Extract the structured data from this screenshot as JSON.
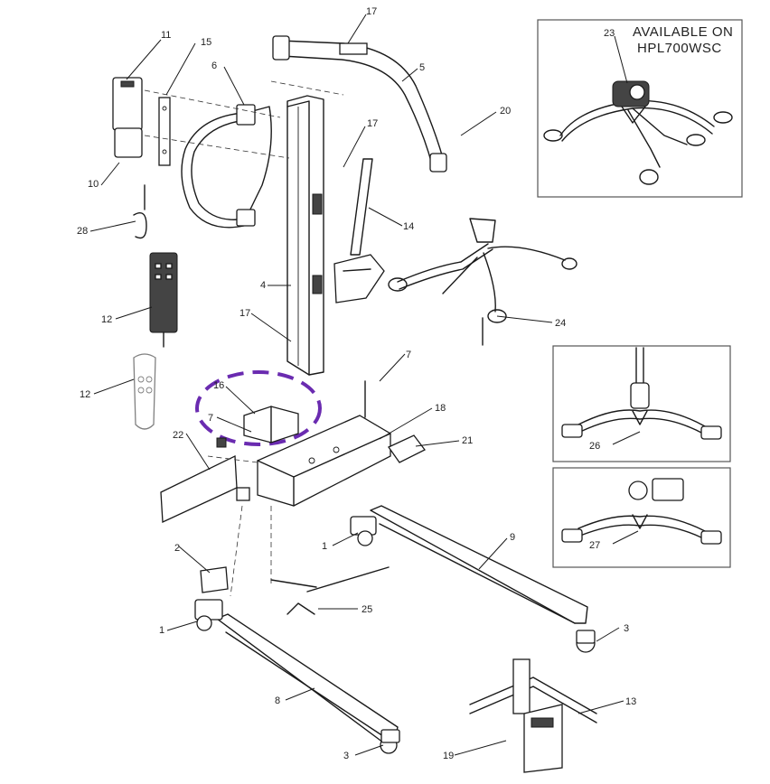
{
  "inset_title_line1": "AVAILABLE ON",
  "inset_title_line2": "HPL700WSC",
  "callouts": {
    "c17_top": "17",
    "c5": "5",
    "c11": "11",
    "c15": "15",
    "c6": "6",
    "c17_mid": "17",
    "c20": "20",
    "c10": "10",
    "c28": "28",
    "c14": "14",
    "c4": "4",
    "c12_a": "12",
    "c17_low": "17",
    "c24": "24",
    "c12_b": "12",
    "c16": "16",
    "c7_a": "7",
    "c7_b": "7",
    "c18": "18",
    "c22": "22",
    "c21": "21",
    "c9": "9",
    "c2": "2",
    "c1_a": "1",
    "c1_b": "1",
    "c25": "25",
    "c3_a": "3",
    "c8": "8",
    "c13": "13",
    "c19": "19",
    "c3_b": "3",
    "c23": "23",
    "c26": "26",
    "c27": "27"
  }
}
